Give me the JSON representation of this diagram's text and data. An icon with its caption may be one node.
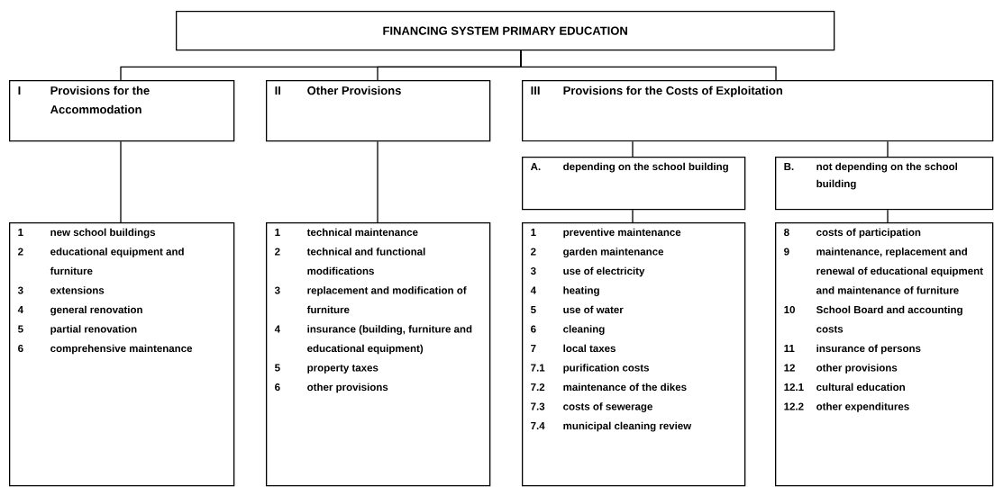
{
  "diagram": {
    "nodes": [
      {
        "text": [
          "FINANCING SYSTEM PRIMARY EDUCATION"
        ]
      },
      {
        "text": [
          "I",
          "Provisions for the Accommodation"
        ]
      },
      {
        "text": [
          "II",
          "Other Provisions"
        ]
      },
      {
        "text": [
          "III",
          "Provisions for the Costs of Exploitation"
        ]
      },
      {
        "text": [
          "A.",
          "depending on the school building"
        ]
      },
      {
        "text": [
          "B.",
          "not depending on the school building"
        ]
      },
      {
        "text": [
          "1",
          "new school buildings",
          "2",
          "educational equipment and furniture",
          "3",
          "extensions",
          "4",
          "general renovation",
          "5",
          "partial renovation",
          "6",
          "comprehensive maintenance"
        ]
      },
      {
        "text": [
          "1",
          "technical maintenance",
          "2",
          "technical and functional modifications",
          "3",
          "replacement and modification of furniture",
          "4",
          "insurance (building, furniture and educational equipment)",
          "5",
          "property taxes",
          "6",
          "other provisions"
        ]
      },
      {
        "text": [
          "1",
          "preventive maintenance",
          "2",
          "garden maintenance",
          "3",
          "use of electricity",
          "4",
          "heating",
          "5",
          "use of water",
          "6",
          "cleaning",
          "7",
          "local taxes",
          "7.1",
          "purification costs",
          "7.2",
          "maintenance of the dikes",
          "7.3",
          "costs of sewerage",
          "7.4",
          "municipal cleaning review"
        ]
      },
      {
        "text": [
          "8",
          "costs of participation",
          "9",
          "maintenance, replacement and renewal of educational equipment and maintenance of furniture",
          "10",
          "School Board and accounting costs",
          "11",
          "insurance of persons",
          "12",
          "other provisions",
          "12.1",
          "cultural education",
          "12.2",
          "other expenditures"
        ]
      }
    ],
    "edges": [
      {
        "from": 0,
        "to": 1,
        "arrow": "none"
      },
      {
        "from": 0,
        "to": 2,
        "arrow": "none"
      },
      {
        "from": 0,
        "to": 3,
        "arrow": "none"
      },
      {
        "from": 1,
        "to": 6,
        "arrow": "none"
      },
      {
        "from": 2,
        "to": 7,
        "arrow": "none"
      },
      {
        "from": 3,
        "to": 4,
        "arrow": "none"
      },
      {
        "from": 3,
        "to": 5,
        "arrow": "none"
      },
      {
        "from": 4,
        "to": 8,
        "arrow": "none"
      },
      {
        "from": 5,
        "to": 9,
        "arrow": "none"
      }
    ]
  }
}
